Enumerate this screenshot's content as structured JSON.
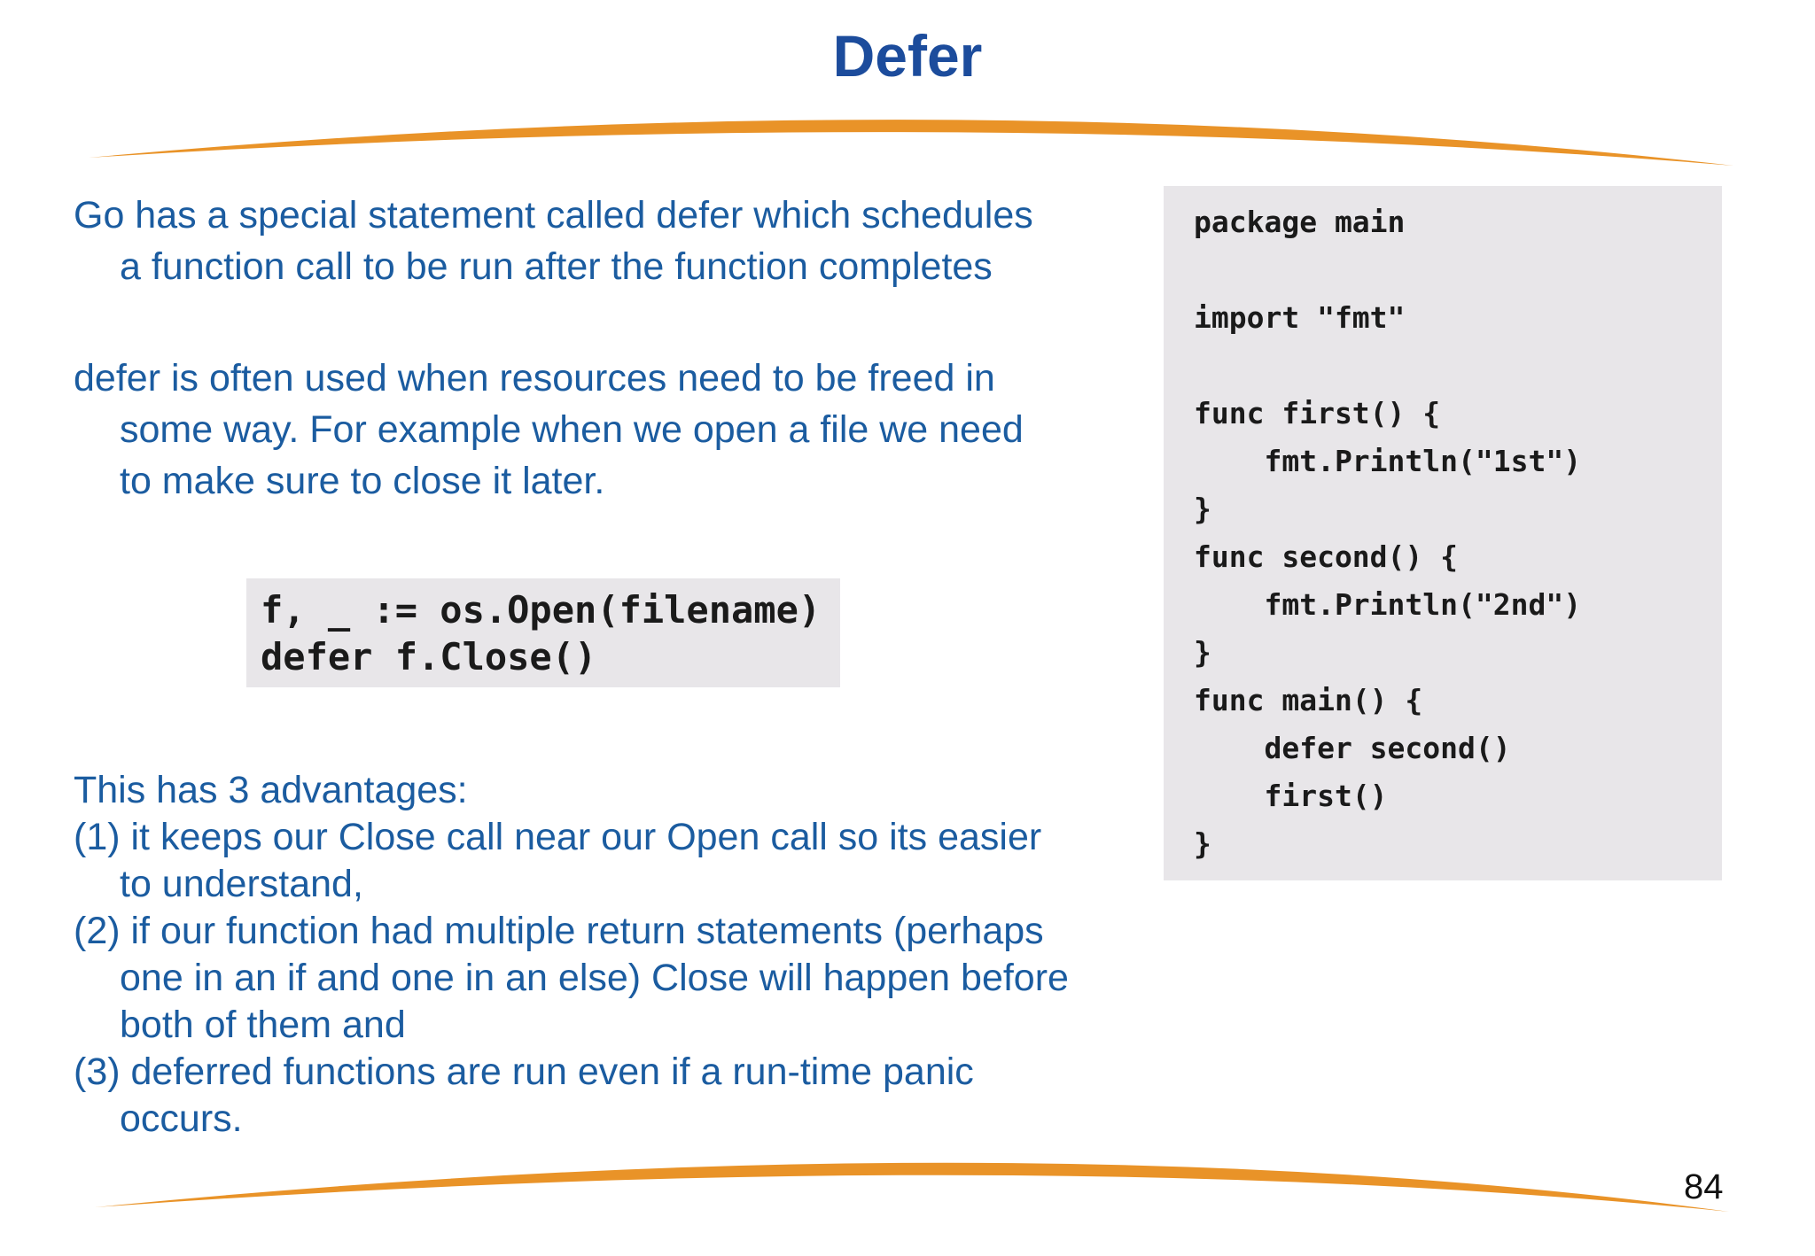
{
  "title": "Defer",
  "page_number": "84",
  "colors": {
    "title_blue": "#1c4c9c",
    "body_blue": "#1b5ca0",
    "accent_orange": "#e99328",
    "code_background": "#e8e6e9",
    "code_text": "#1a1a1a"
  },
  "intro": [
    {
      "lines": [
        "Go has a special statement called defer which schedules",
        "a function call to be run after the function completes"
      ]
    },
    {
      "lines": [
        "defer is often used when resources need to be freed in",
        "some way. For example when we open a file we need",
        "to make sure to close it later."
      ]
    }
  ],
  "inline_code": {
    "code": "f, _ := os.Open(filename)\ndefer f.Close()"
  },
  "code_panel": {
    "code": "package main\n\nimport \"fmt\"\n\nfunc first() {\n    fmt.Println(\"1st\")\n}\nfunc second() {\n    fmt.Println(\"2nd\")\n}\nfunc main() {\n    defer second()\n    first()\n}"
  },
  "advantages": {
    "lines": [
      "This has 3 advantages:",
      "(1) it keeps our Close call near our Open call so its easier",
      "to understand,",
      "(2) if our function had multiple return statements (perhaps",
      "one in an if and one in an else) Close will happen before",
      "both of them and",
      "(3) deferred functions are run even if a run-time panic",
      "occurs."
    ]
  }
}
